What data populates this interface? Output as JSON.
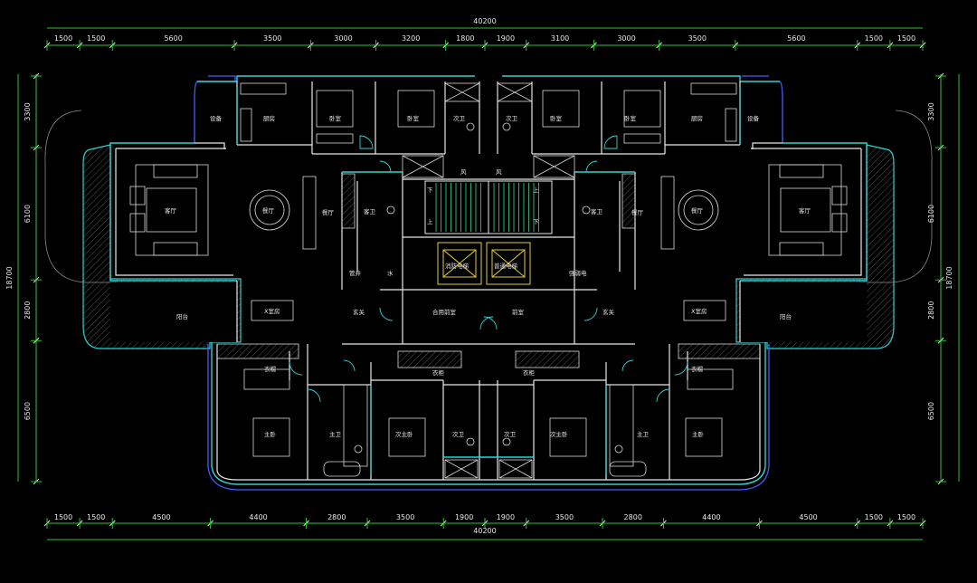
{
  "dimensions": {
    "total_top": "40200",
    "total_bottom": "40200",
    "top_segments": [
      "1500",
      "1500",
      "5600",
      "3500",
      "3000",
      "3200",
      "1800",
      "1900",
      "3100",
      "3000",
      "3500",
      "5600",
      "1500",
      "1500"
    ],
    "bottom_segments": [
      "1500",
      "1500",
      "4500",
      "4400",
      "2800",
      "3500",
      "1900",
      "1900",
      "3500",
      "2800",
      "4400",
      "4500",
      "1500",
      "1500"
    ],
    "left_segments": [
      "3300",
      "6100",
      "2800",
      "6500"
    ],
    "right_segments": [
      "3300",
      "6100",
      "2800",
      "6500"
    ],
    "left_total": "18700",
    "right_total": "18700"
  },
  "rooms": {
    "living_left": "客厅",
    "living_right": "客厅",
    "dining_left": "餐厅",
    "dining_right": "餐厅",
    "balcony_left": "阳台",
    "balcony_right": "阳台",
    "kitchen_left": "厨房",
    "kitchen_right": "厨房",
    "appliance_left": "设备",
    "appliance_right": "设备",
    "bed_top1": "卧室",
    "bed_top2": "卧室",
    "bed_top3": "卧室",
    "bed_top4": "卧室",
    "guestbath_left": "客卫",
    "guestbath_right": "客卫",
    "bath_top_left": "次卫",
    "bath_top_right": "次卫",
    "wind_left": "风",
    "wind_right": "风",
    "entry_left": "玄关",
    "entry_right": "玄关",
    "lobby": "合用前室",
    "corridor": "前室",
    "closet_left": "衣柜",
    "closet_right": "衣柜",
    "study_left": "X室房",
    "study_right": "X室房",
    "cloak_left": "衣帽",
    "cloak_right": "衣帽",
    "master_left": "主卧",
    "master_right": "主卧",
    "master_bath_left": "主卫",
    "master_bath_right": "主卫",
    "second_master_left": "次主卧",
    "second_master_right": "次主卧",
    "bath_bottom_left": "次卫",
    "bath_bottom_right": "次卫",
    "elevator_left": "消防电梯",
    "elevator_right": "普通电梯",
    "shaft_left": "管井",
    "shaft_right": "强弱电",
    "water": "水",
    "up_left": "上",
    "down_left": "下",
    "up_right": "上",
    "down_right": "下"
  },
  "colors": {
    "background": "#000000",
    "wall": "#e8e8e8",
    "cyan": "#2ad4d4",
    "dimension": "#28c828",
    "elevator": "#e6d020",
    "outline_blue": "#4060ff"
  }
}
